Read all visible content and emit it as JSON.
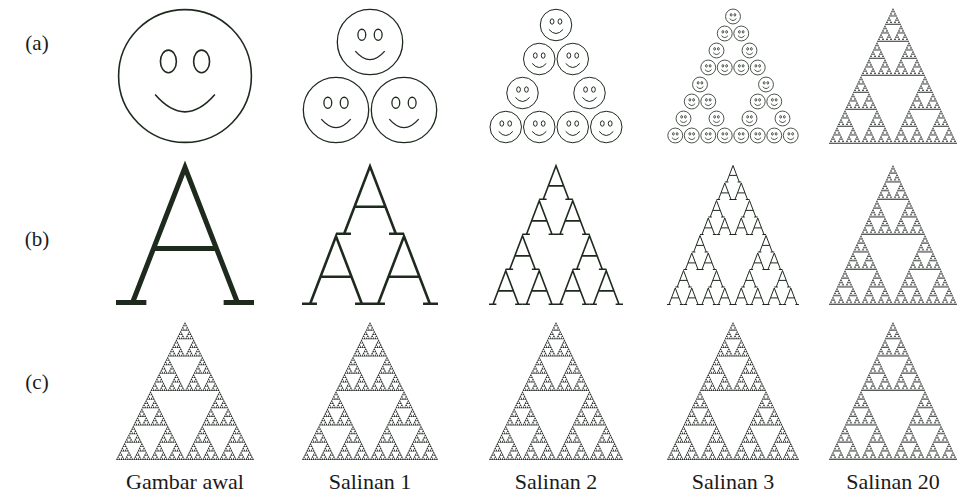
{
  "diagram": {
    "labels": [
      "(a)",
      "(b)",
      "(c)",
      "Gambar awal",
      "Salinan 1",
      "Salinan 2",
      "Salinan 3",
      "Salinan 20"
    ]
  }
}
